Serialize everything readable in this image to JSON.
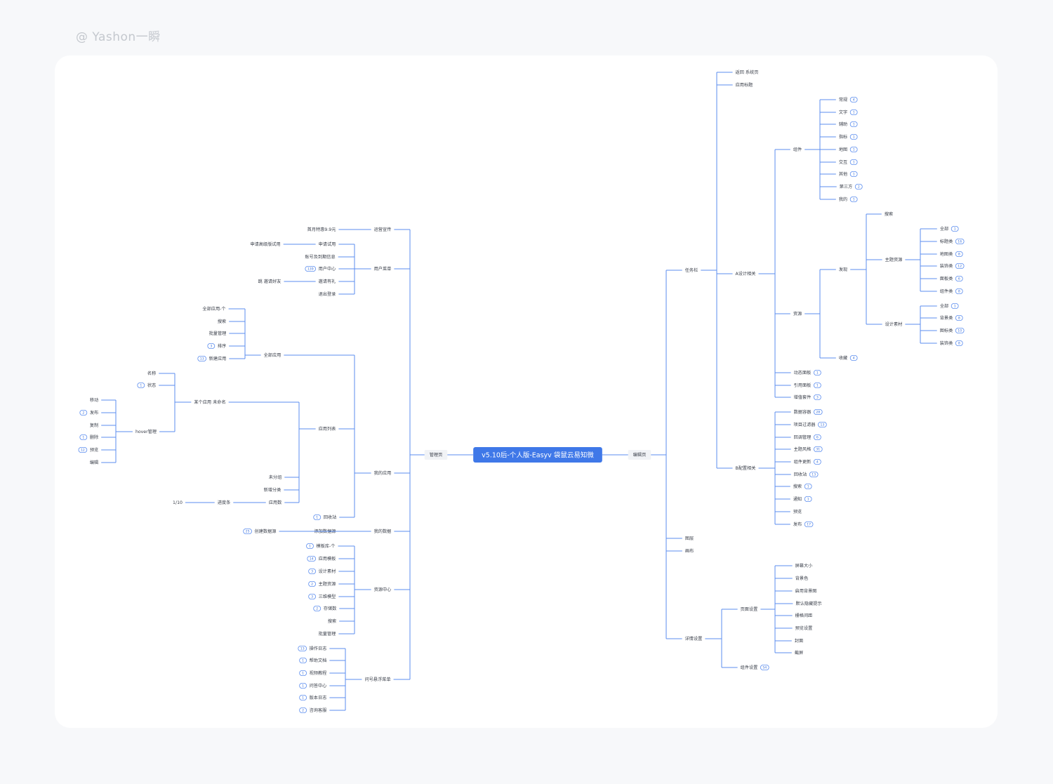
{
  "watermark": "@ Yashon一瞬",
  "root": "v5.10后-个人版-Easyv 袋鼠云易知微",
  "colors": {
    "line": "#5b8def",
    "root_bg": "#3f78e8",
    "branch_bg": "#f1f3f6",
    "badge": "#5b8def"
  },
  "left": {
    "label": "管理页",
    "children": [
      {
        "label": "运营宣传",
        "children": [
          {
            "label": "首月特惠9.9元"
          }
        ]
      },
      {
        "label": "用户菜单",
        "children": [
          {
            "label": "申请试用",
            "children": [
              {
                "label": "申请高级版试用"
              }
            ]
          },
          {
            "label": "账号及到期信息"
          },
          {
            "label": "用户中心",
            "badge": "139"
          },
          {
            "label": "邀请有礼",
            "children": [
              {
                "label": "跳 邀请好友"
              }
            ]
          },
          {
            "label": "退出登录"
          }
        ]
      },
      {
        "label": "我的应用",
        "children": [
          {
            "label": "全部应用",
            "children": [
              {
                "label": "全部应用-个"
              },
              {
                "label": "搜索"
              },
              {
                "label": "批量管理"
              },
              {
                "label": "排序",
                "badge": "3"
              },
              {
                "label": "新建应用",
                "badge": "13"
              }
            ]
          },
          {
            "label": "应用列表",
            "children": [
              {
                "label": "某个应用 未命名",
                "children": [
                  {
                    "label": "名称"
                  },
                  {
                    "label": "状态",
                    "badge": "1"
                  },
                  {
                    "label": "hover管理",
                    "children": [
                      {
                        "label": "移动"
                      },
                      {
                        "label": "发布",
                        "badge": "2"
                      },
                      {
                        "label": "复制"
                      },
                      {
                        "label": "删除",
                        "badge": "1"
                      },
                      {
                        "label": "预览",
                        "badge": "12"
                      },
                      {
                        "label": "编辑"
                      }
                    ]
                  }
                ]
              },
              {
                "label": "未分组"
              },
              {
                "label": "新增分类"
              },
              {
                "label": "应用数",
                "children": [
                  {
                    "label": "进度条",
                    "children": [
                      {
                        "label": "1/10"
                      }
                    ]
                  }
                ]
              }
            ]
          },
          {
            "label": "回收站",
            "badge": "1"
          }
        ]
      },
      {
        "label": "我的数据",
        "children": [
          {
            "label": "添加数据源",
            "children": [
              {
                "label": "创建数据源",
                "badge": "25"
              }
            ]
          }
        ]
      },
      {
        "label": "资源中心",
        "children": [
          {
            "label": "模板库-个",
            "badge": "1"
          },
          {
            "label": "应用模板",
            "badge": "14"
          },
          {
            "label": "设计素材",
            "badge": "3"
          },
          {
            "label": "主题资源",
            "badge": "2"
          },
          {
            "label": "三维模型",
            "badge": "3"
          },
          {
            "label": "存储数",
            "badge": "2"
          },
          {
            "label": "搜索"
          },
          {
            "label": "批量管理"
          }
        ]
      },
      {
        "label": "问号悬浮菜单",
        "children": [
          {
            "label": "操作日志",
            "badge": "13"
          },
          {
            "label": "帮助文档",
            "badge": "1"
          },
          {
            "label": "视频教程",
            "badge": "1"
          },
          {
            "label": "问答中心",
            "badge": "1"
          },
          {
            "label": "版本日志",
            "badge": "1"
          },
          {
            "label": "咨询客服",
            "badge": "2"
          }
        ]
      }
    ]
  },
  "right": {
    "label": "编辑页",
    "children": [
      {
        "label": "任务栏",
        "children": [
          {
            "label": "返回 系统页"
          },
          {
            "label": "应用标题"
          },
          {
            "label": "A设计相关",
            "children": [
              {
                "label": "组件",
                "children": [
                  {
                    "label": "常规",
                    "badge": "4"
                  },
                  {
                    "label": "文字",
                    "badge": "1"
                  },
                  {
                    "label": "辅助",
                    "badge": "1"
                  },
                  {
                    "label": "指标",
                    "badge": "1"
                  },
                  {
                    "label": "地图",
                    "badge": "1"
                  },
                  {
                    "label": "交互",
                    "badge": "1"
                  },
                  {
                    "label": "其他",
                    "badge": "1"
                  },
                  {
                    "label": "第三方",
                    "badge": "2"
                  },
                  {
                    "label": "我的",
                    "badge": "1"
                  }
                ]
              },
              {
                "label": "资源",
                "children": [
                  {
                    "label": "发现",
                    "children": [
                      {
                        "label": "搜索"
                      },
                      {
                        "label": "主题资源",
                        "children": [
                          {
                            "label": "全部",
                            "badge": "1"
                          },
                          {
                            "label": "标题类",
                            "badge": "16"
                          },
                          {
                            "label": "地图类",
                            "badge": "8"
                          },
                          {
                            "label": "装饰类",
                            "badge": "12"
                          },
                          {
                            "label": "面板类",
                            "badge": "6"
                          },
                          {
                            "label": "组件类",
                            "badge": "8"
                          }
                        ]
                      },
                      {
                        "label": "设计素材",
                        "children": [
                          {
                            "label": "全部",
                            "badge": "1"
                          },
                          {
                            "label": "背景类",
                            "badge": "8"
                          },
                          {
                            "label": "图标类",
                            "badge": "10"
                          },
                          {
                            "label": "装饰类",
                            "badge": "8"
                          }
                        ]
                      }
                    ]
                  },
                  {
                    "label": "收藏",
                    "badge": "4"
                  }
                ]
              },
              {
                "label": "动态面板",
                "badge": "1"
              },
              {
                "label": "引用面板",
                "badge": "1"
              },
              {
                "label": "增值套件",
                "badge": "3"
              }
            ]
          },
          {
            "label": "B配置相关",
            "children": [
              {
                "label": "数据容器",
                "badge": "28"
              },
              {
                "label": "项目过滤器",
                "badge": "13"
              },
              {
                "label": "回调管理",
                "badge": "6"
              },
              {
                "label": "主题风格",
                "badge": "31"
              },
              {
                "label": "组件更新",
                "badge": "4"
              },
              {
                "label": "回收站",
                "badge": "13"
              },
              {
                "label": "搜索",
                "badge": "1"
              },
              {
                "label": "通知",
                "badge": "1"
              },
              {
                "label": "预览"
              },
              {
                "label": "发布",
                "badge": "17"
              }
            ]
          }
        ]
      },
      {
        "label": "图层"
      },
      {
        "label": "画布"
      },
      {
        "label": "详情设置",
        "children": [
          {
            "label": "页面设置",
            "children": [
              {
                "label": "屏幕大小"
              },
              {
                "label": "背景色"
              },
              {
                "label": "启用背景图"
              },
              {
                "label": "默认隐藏提示"
              },
              {
                "label": "栅格间距"
              },
              {
                "label": "预览设置"
              },
              {
                "label": "封面"
              },
              {
                "label": "截屏"
              }
            ]
          },
          {
            "label": "组件设置",
            "badge": "54"
          }
        ]
      }
    ]
  }
}
